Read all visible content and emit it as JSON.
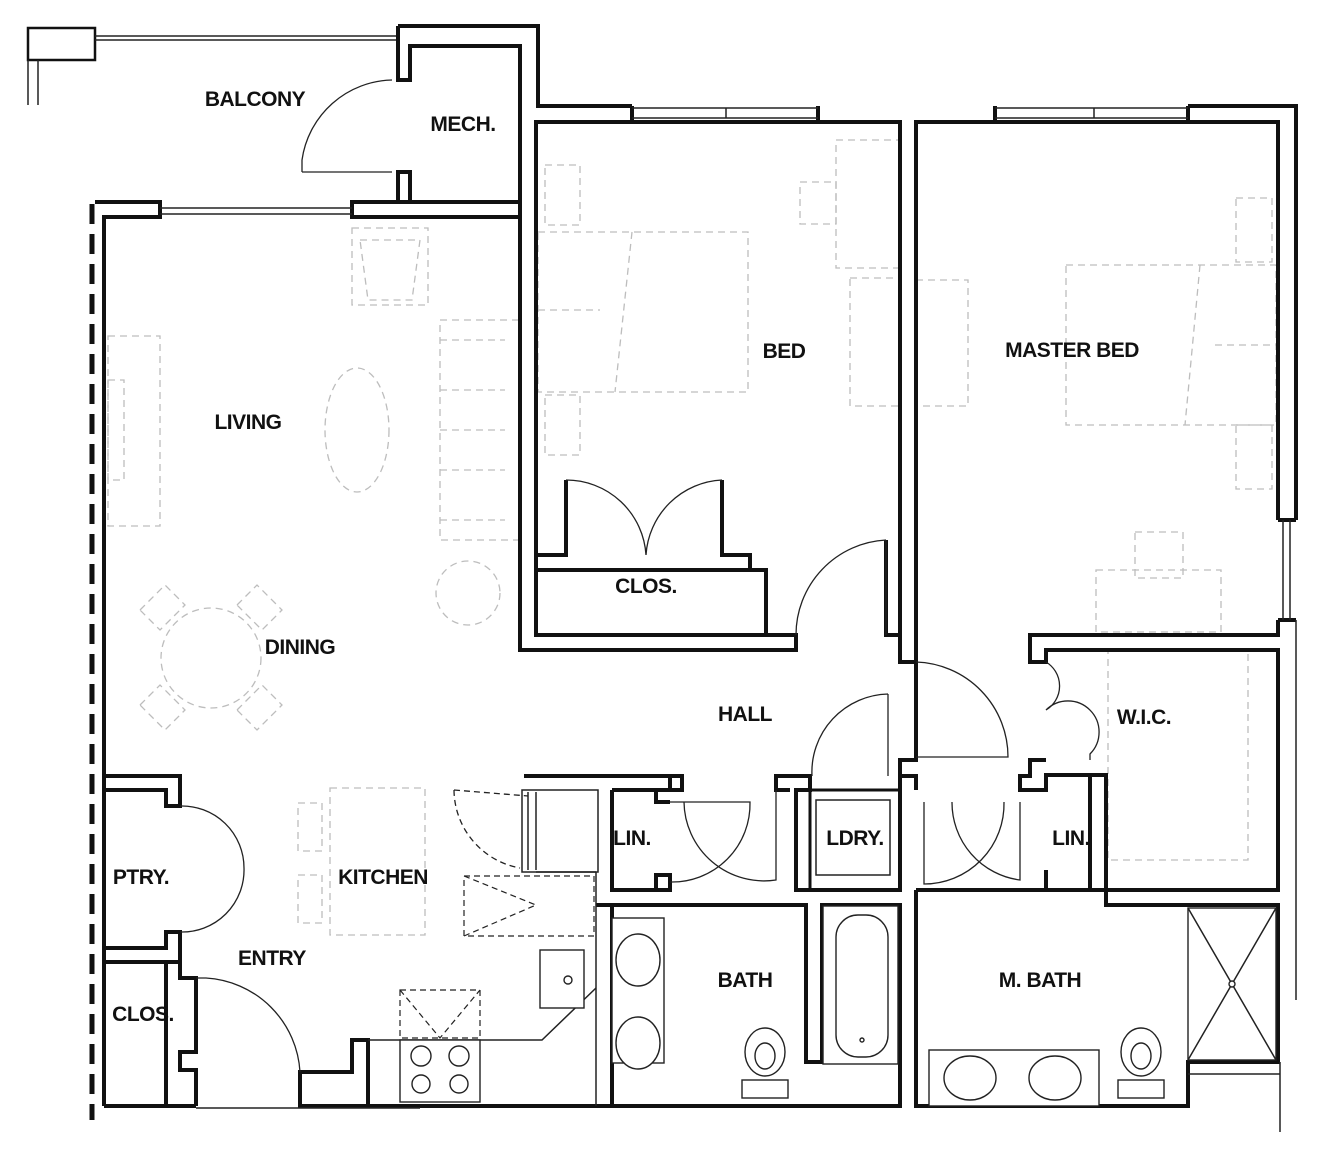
{
  "rooms": {
    "balcony": "BALCONY",
    "mech": "MECH.",
    "living": "LIVING",
    "dining": "DINING",
    "bed": "BED",
    "bed_closet": "CLOS.",
    "master_bed": "MASTER BED",
    "hall": "HALL",
    "wic": "W.I.C.",
    "pantry": "PTRY.",
    "kitchen": "KITCHEN",
    "entry": "ENTRY",
    "entry_closet": "CLOS.",
    "linen_left": "LIN.",
    "laundry": "LDRY.",
    "linen_right": "LIN.",
    "bath": "BATH",
    "master_bath": "M. BATH"
  }
}
